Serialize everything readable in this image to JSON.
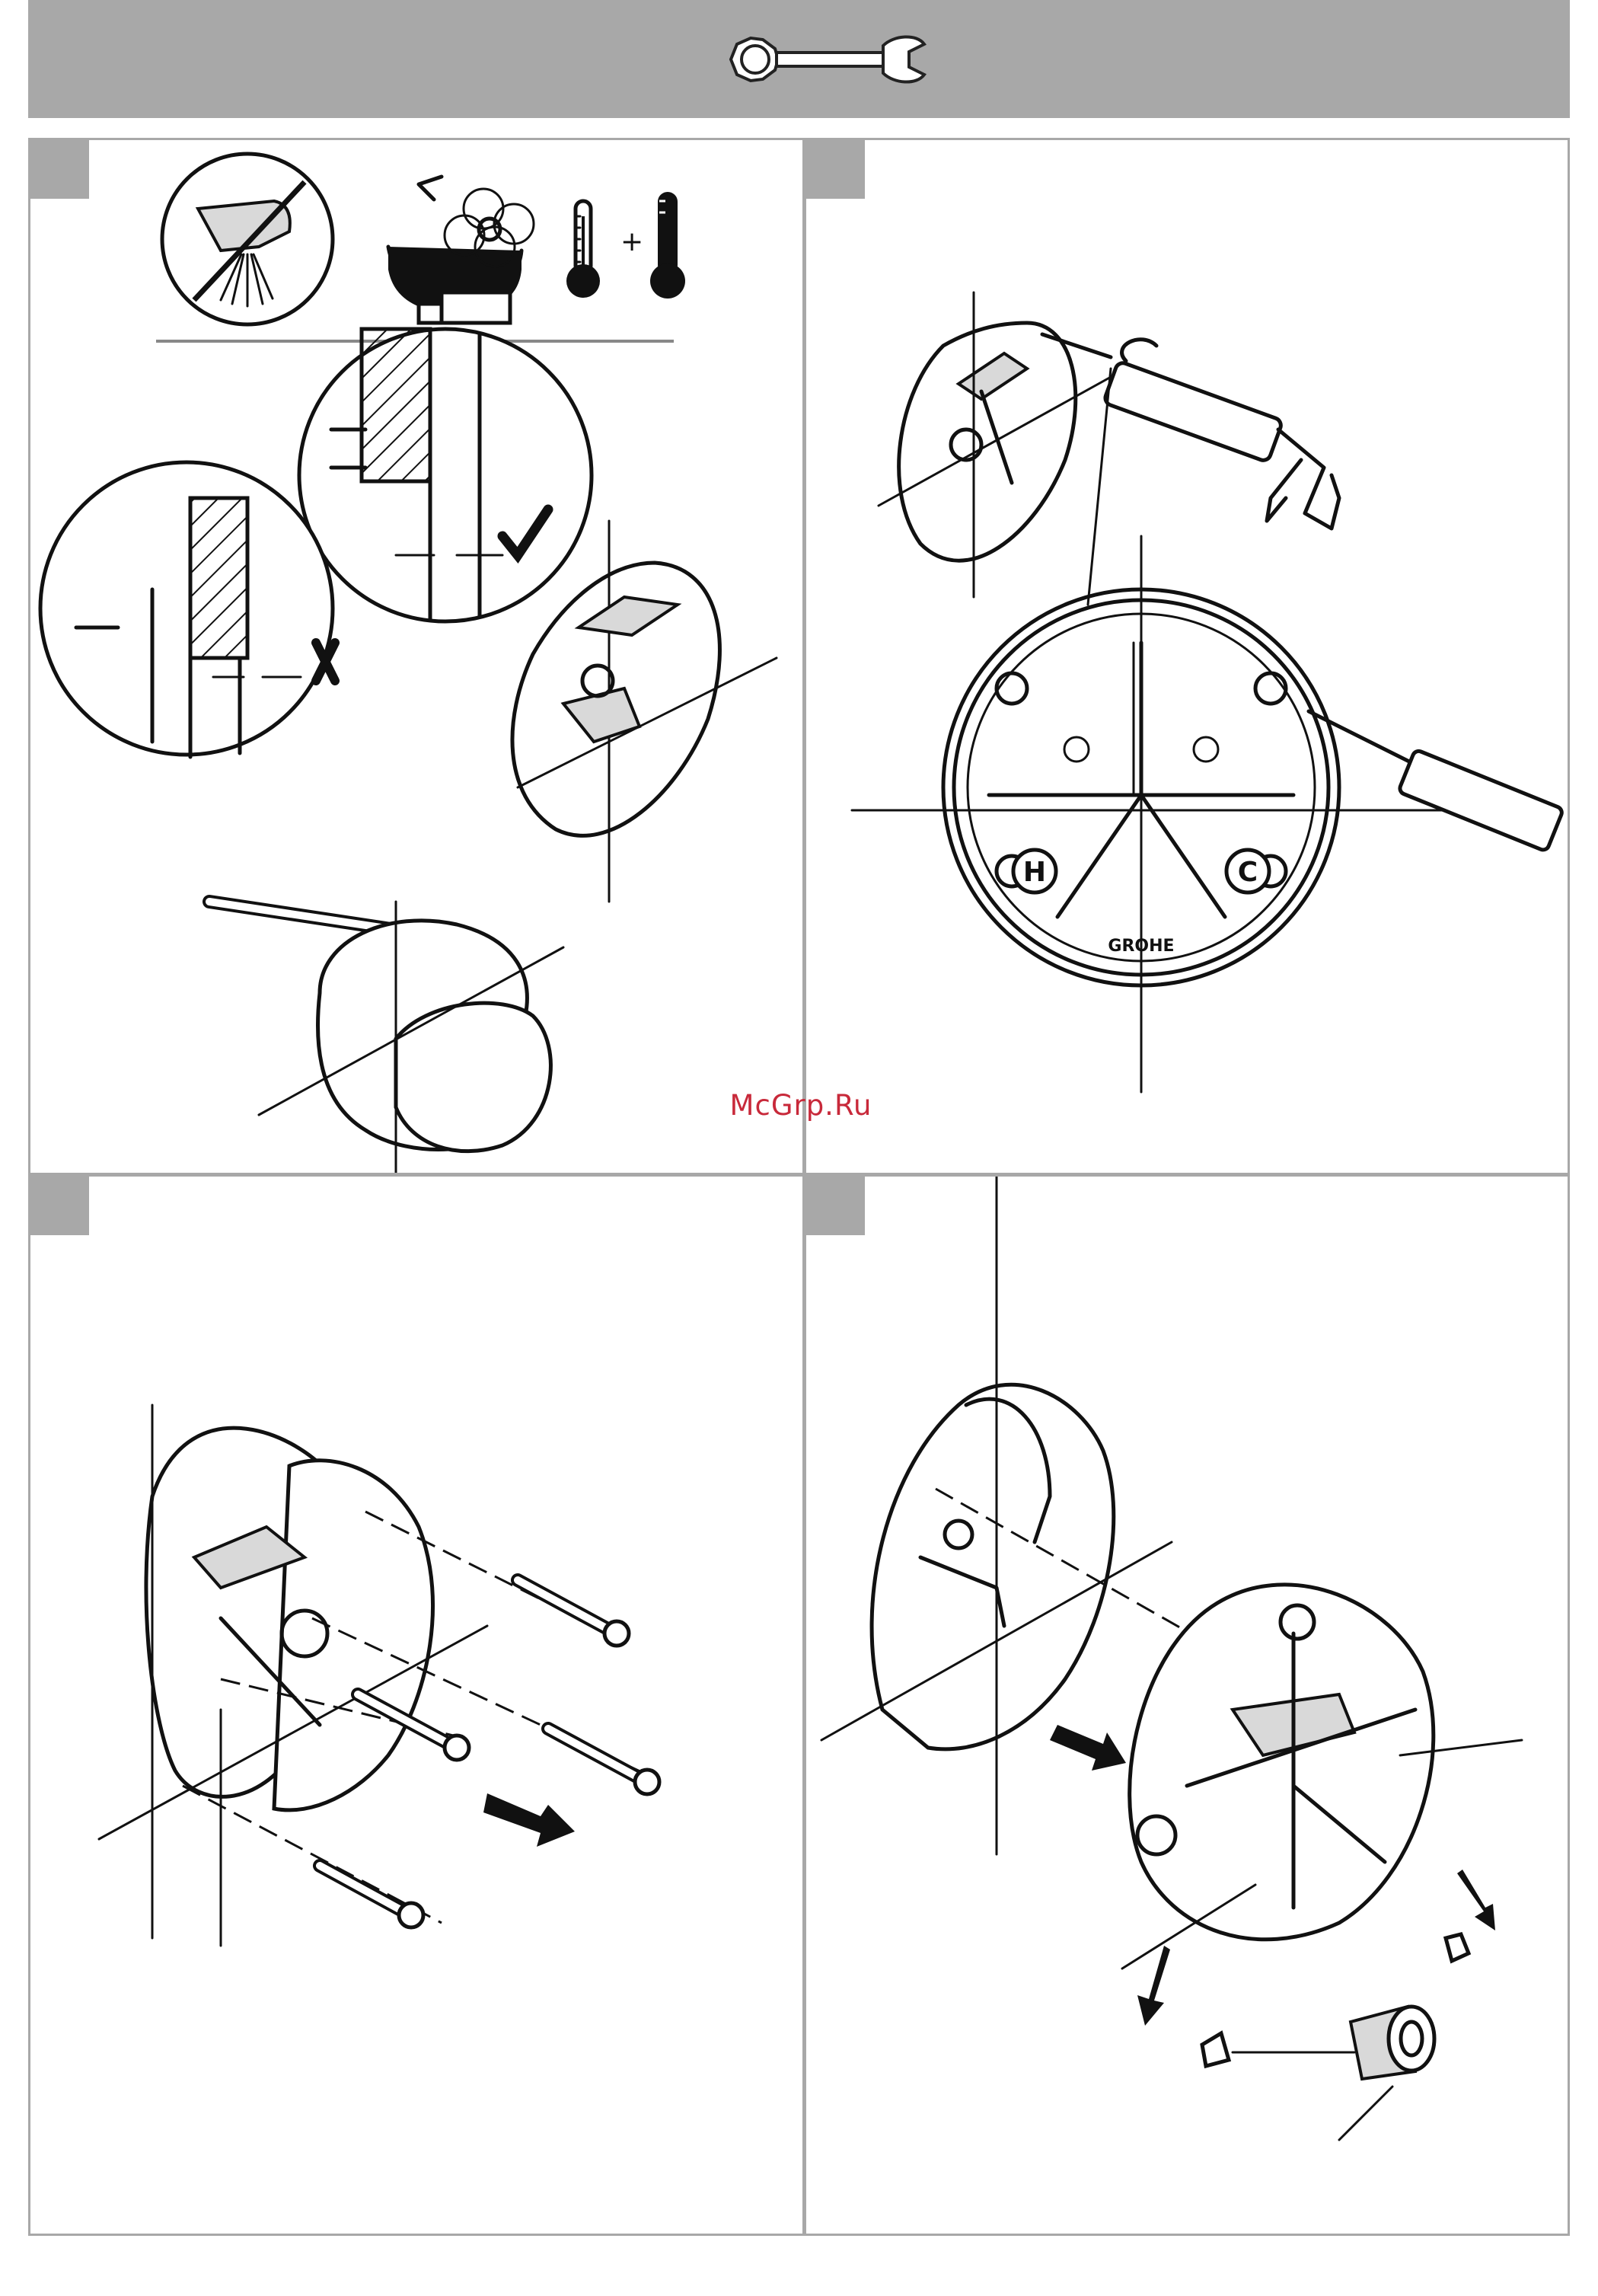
{
  "header": {
    "icon": "wrench-icon"
  },
  "watermark": "McGrp.Ru",
  "panels": [
    {
      "id": 1,
      "icons": [
        "no-spray-icon",
        "flush-rotate-icon",
        "thermometer-icon",
        "thermometer-icon"
      ],
      "plus": "+"
    },
    {
      "id": 2,
      "icons": [
        "caulk-gun-icon"
      ],
      "brand": "GROHE",
      "hot_label": "H",
      "cold_label": "C"
    },
    {
      "id": 3,
      "icons": [
        "screw-icon",
        "screw-icon",
        "screw-icon",
        "screw-icon",
        "arrow-icon"
      ]
    },
    {
      "id": 4,
      "icons": [
        "arrow-icon",
        "arrow-icon",
        "arrow-icon",
        "plug-icon"
      ]
    }
  ],
  "colors": {
    "band": "#a8a8a8",
    "line": "#111111",
    "watermark": "#c8293a"
  }
}
